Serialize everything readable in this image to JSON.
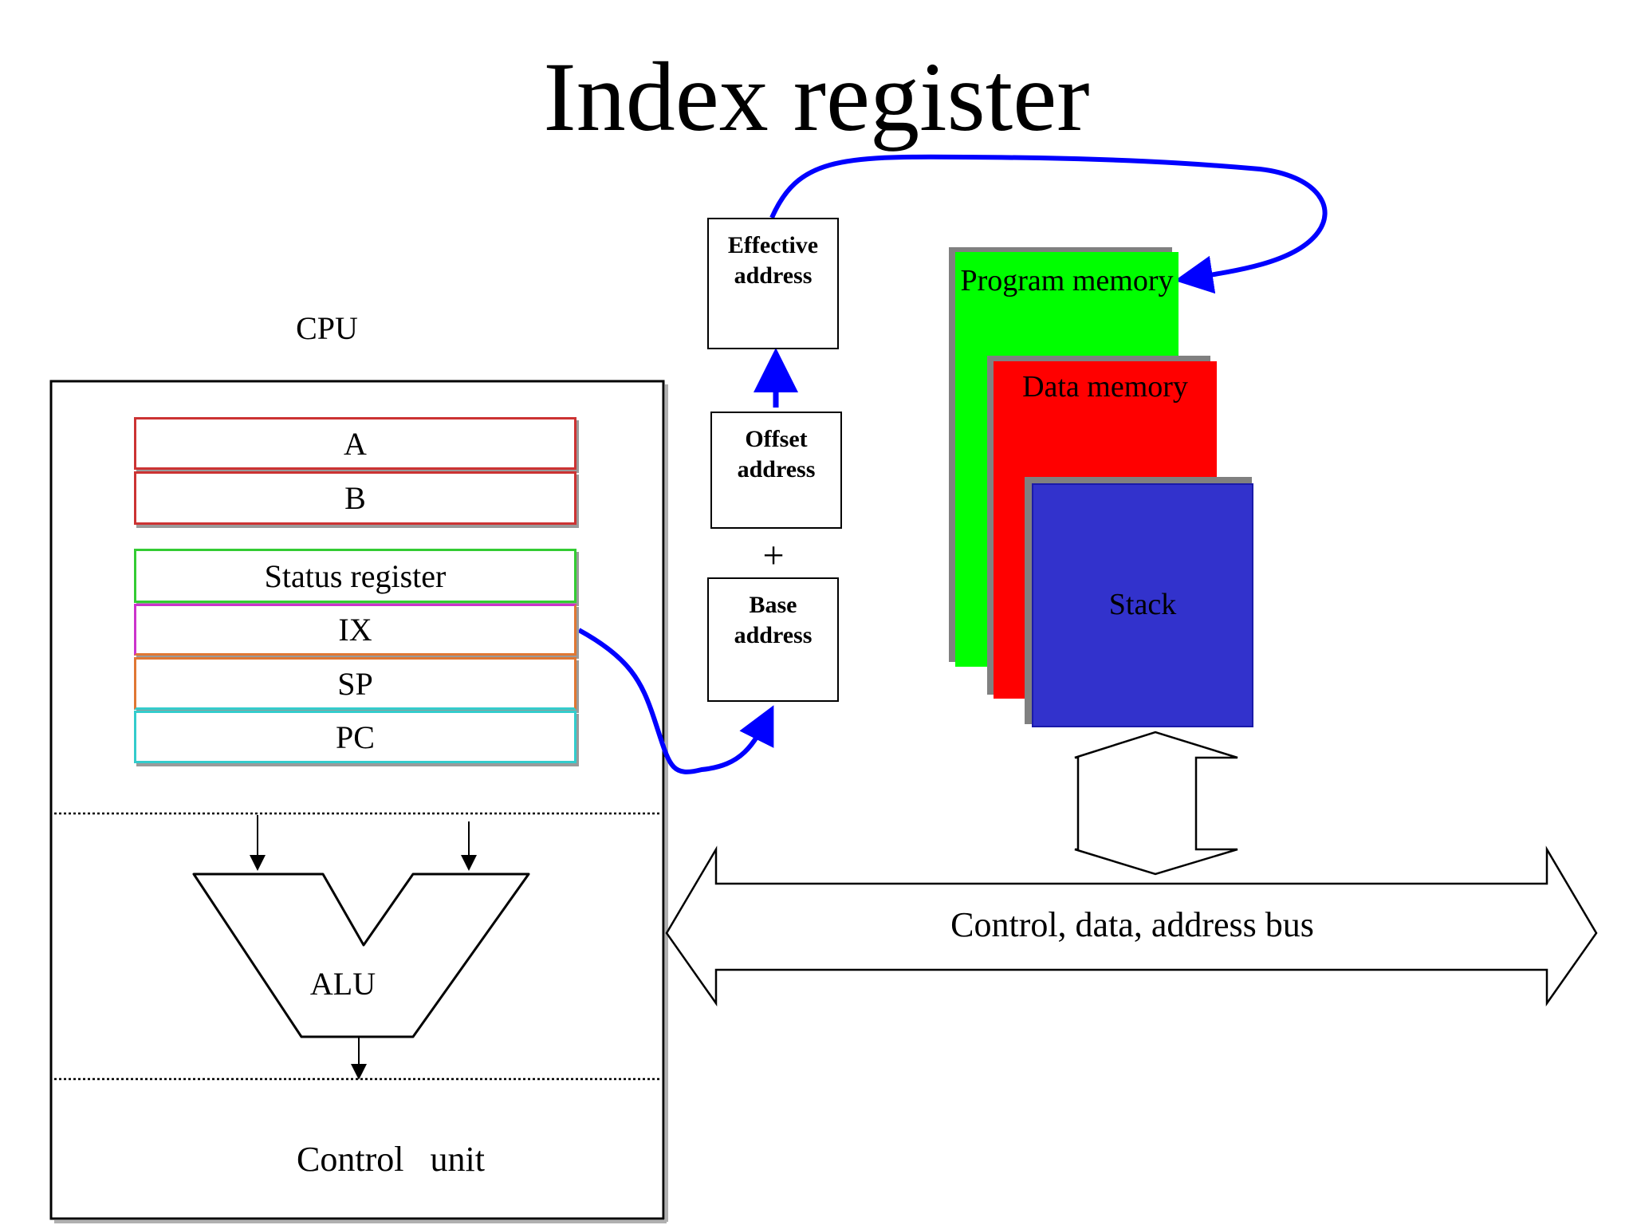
{
  "title": "Index register",
  "cpu": {
    "label": "CPU",
    "registers": [
      "A",
      "B"
    ],
    "special_registers": [
      "Status register",
      "IX",
      "SP",
      "PC"
    ],
    "alu": "ALU",
    "control_unit": "Control   unit"
  },
  "address": {
    "effective": "Effective\naddress",
    "offset": "Offset\naddress",
    "plus": "+",
    "base": "Base\naddress"
  },
  "memory": {
    "program": "Program\nmemory",
    "data": "Data\nmemory",
    "stack": "Stack"
  },
  "bus": {
    "label": "Control, data, address bus"
  },
  "colors": {
    "program_memory": "#00ff00",
    "data_memory": "#ff0000",
    "stack": "#3232cc",
    "arrow": "#0000ff",
    "reg_a_border": "#cc3333",
    "status_border": "#33cc33",
    "ix_border": "#cc33cc",
    "sp_border": "#e07733",
    "pc_border": "#33cccc"
  }
}
